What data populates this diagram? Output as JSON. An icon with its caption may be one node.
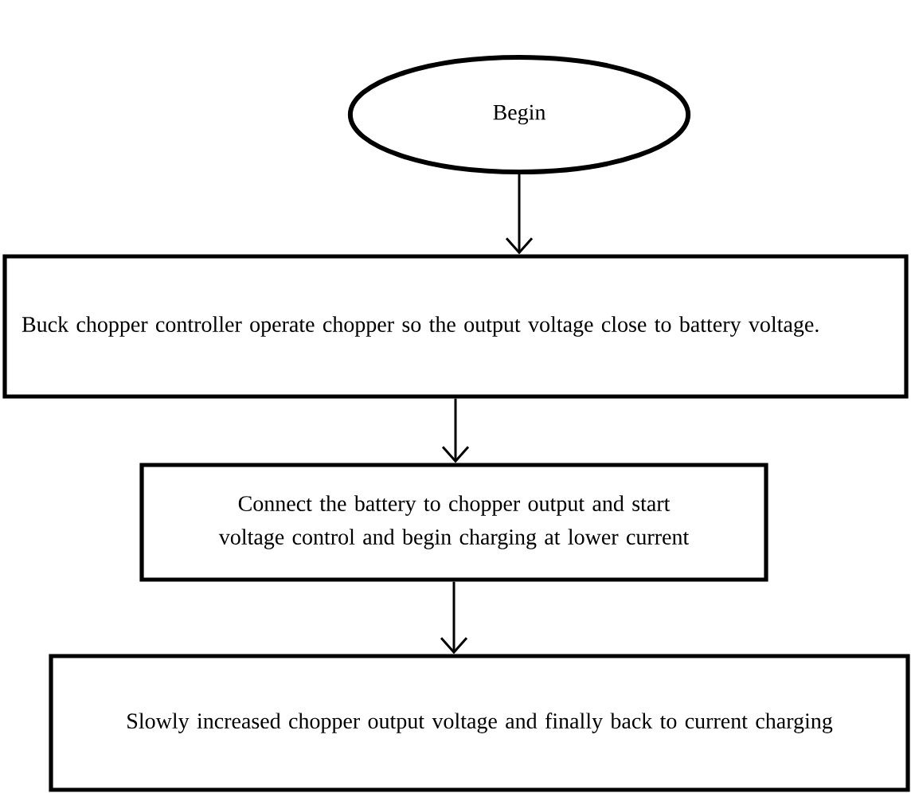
{
  "diagram": {
    "nodes": [
      {
        "text": [
          "Begin"
        ]
      },
      {
        "text": [
          "Buck chopper controller operate chopper so the output voltage close to battery voltage."
        ]
      },
      {
        "text": [
          "Connect the battery to chopper output and start voltage control and begin charging at lower current"
        ]
      },
      {
        "text": [
          "Slowly increased chopper output voltage and finally back to current charging"
        ]
      }
    ],
    "edges": [
      {
        "from": 0,
        "to": 1,
        "arrow": "to"
      },
      {
        "from": 1,
        "to": 2,
        "arrow": "to"
      },
      {
        "from": 2,
        "to": 3,
        "arrow": "to"
      }
    ]
  }
}
